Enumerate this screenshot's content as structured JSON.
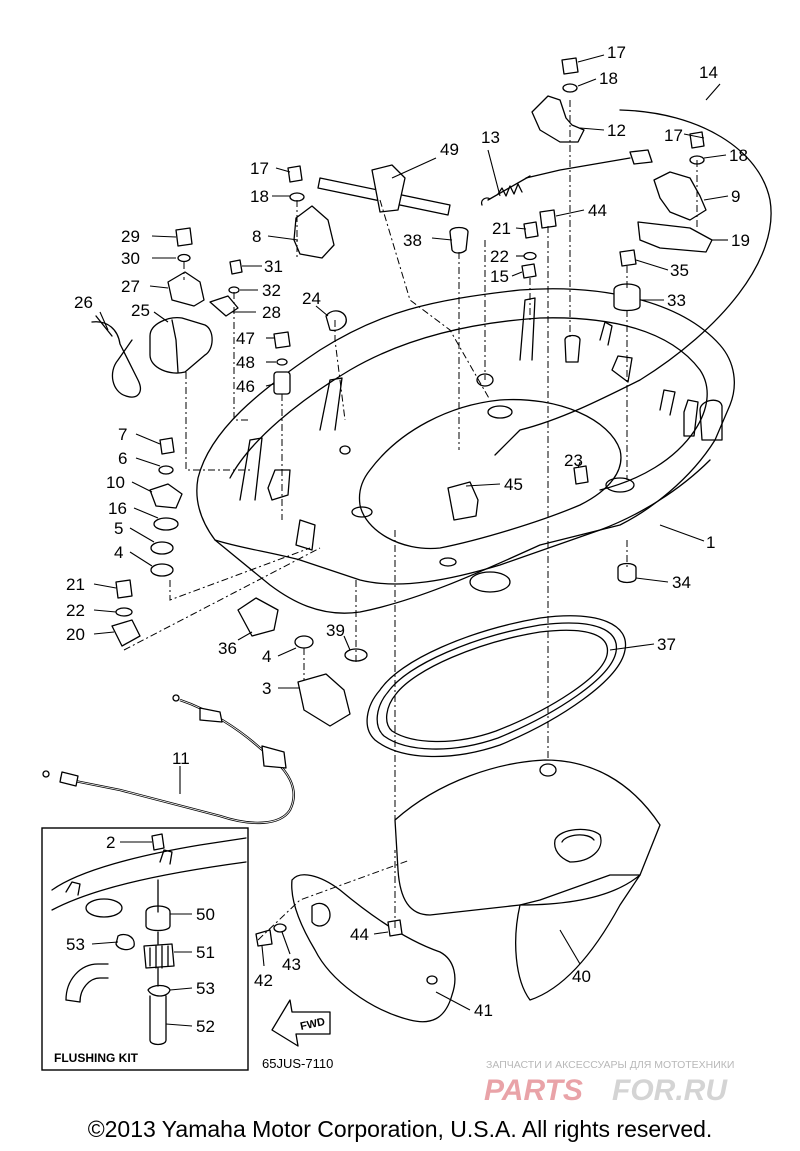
{
  "callouts": [
    {
      "id": "17a",
      "text": "17"
    },
    {
      "id": "18a",
      "text": "18"
    },
    {
      "id": "14",
      "text": "14"
    },
    {
      "id": "12",
      "text": "12"
    },
    {
      "id": "13",
      "text": "13"
    },
    {
      "id": "17b",
      "text": "17"
    },
    {
      "id": "18b",
      "text": "18"
    },
    {
      "id": "9",
      "text": "9"
    },
    {
      "id": "49",
      "text": "49"
    },
    {
      "id": "17c",
      "text": "17"
    },
    {
      "id": "18c",
      "text": "18"
    },
    {
      "id": "29",
      "text": "29"
    },
    {
      "id": "8",
      "text": "8"
    },
    {
      "id": "38",
      "text": "38"
    },
    {
      "id": "21a",
      "text": "21"
    },
    {
      "id": "44a",
      "text": "44"
    },
    {
      "id": "19",
      "text": "19"
    },
    {
      "id": "30",
      "text": "30"
    },
    {
      "id": "31",
      "text": "31"
    },
    {
      "id": "22a",
      "text": "22"
    },
    {
      "id": "15",
      "text": "15"
    },
    {
      "id": "35",
      "text": "35"
    },
    {
      "id": "27",
      "text": "27"
    },
    {
      "id": "32",
      "text": "32"
    },
    {
      "id": "26",
      "text": "26"
    },
    {
      "id": "25",
      "text": "25"
    },
    {
      "id": "24",
      "text": "24"
    },
    {
      "id": "28",
      "text": "28"
    },
    {
      "id": "33",
      "text": "33"
    },
    {
      "id": "47",
      "text": "47"
    },
    {
      "id": "48",
      "text": "48"
    },
    {
      "id": "46",
      "text": "46"
    },
    {
      "id": "7",
      "text": "7"
    },
    {
      "id": "6",
      "text": "6"
    },
    {
      "id": "10",
      "text": "10"
    },
    {
      "id": "23",
      "text": "23"
    },
    {
      "id": "45",
      "text": "45"
    },
    {
      "id": "16",
      "text": "16"
    },
    {
      "id": "5",
      "text": "5"
    },
    {
      "id": "1",
      "text": "1"
    },
    {
      "id": "4a",
      "text": "4"
    },
    {
      "id": "34",
      "text": "34"
    },
    {
      "id": "21b",
      "text": "21"
    },
    {
      "id": "22b",
      "text": "22"
    },
    {
      "id": "20",
      "text": "20"
    },
    {
      "id": "37",
      "text": "37"
    },
    {
      "id": "36",
      "text": "36"
    },
    {
      "id": "39",
      "text": "39"
    },
    {
      "id": "4b",
      "text": "4"
    },
    {
      "id": "3",
      "text": "3"
    },
    {
      "id": "11",
      "text": "11"
    },
    {
      "id": "2",
      "text": "2"
    },
    {
      "id": "50",
      "text": "50"
    },
    {
      "id": "44b",
      "text": "44"
    },
    {
      "id": "53a",
      "text": "53"
    },
    {
      "id": "51",
      "text": "51"
    },
    {
      "id": "42",
      "text": "42"
    },
    {
      "id": "43",
      "text": "43"
    },
    {
      "id": "53b",
      "text": "53"
    },
    {
      "id": "40",
      "text": "40"
    },
    {
      "id": "52",
      "text": "52"
    },
    {
      "id": "41",
      "text": "41"
    }
  ],
  "flushing_kit_label": "FLUSHING KIT",
  "fwd_label": "FWD",
  "diagram_code": "65JUS-7110",
  "watermark": {
    "tagline": "ЗАПЧАСТИ И АКСЕССУАРЫ ДЛЯ МОТОТЕХНИКИ",
    "logo_part1": "PARTS",
    "logo_part2": "FOR.RU"
  },
  "copyright": "©2013 Yamaha Motor Corporation, U.S.A. All rights reserved."
}
